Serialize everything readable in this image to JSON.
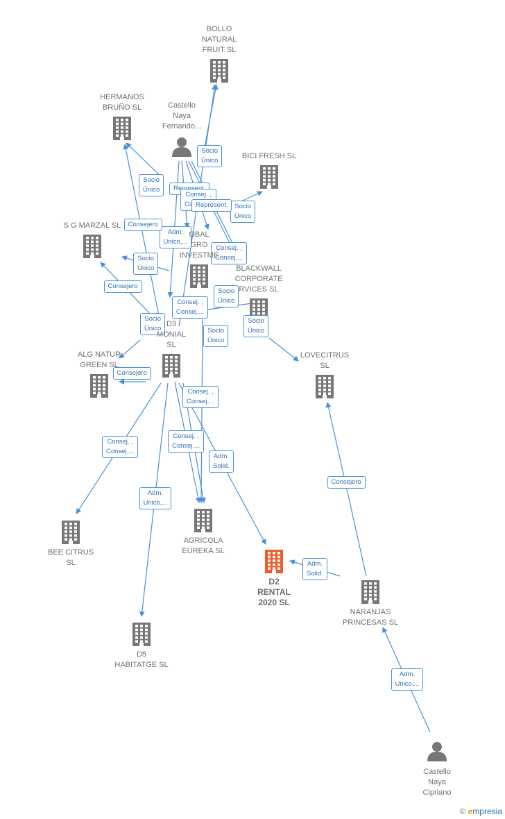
{
  "nodes": [
    {
      "id": "bollo",
      "type": "company",
      "label": "BOLLO\nNATURAL\nFRUIT  SL"
    },
    {
      "id": "hermanos",
      "type": "company",
      "label": "HERMANOS\nBRUÑO SL"
    },
    {
      "id": "castello_f",
      "type": "person",
      "label": "Castello\nNaya\nFernando..."
    },
    {
      "id": "bici",
      "type": "company",
      "label": "BICI FRESH  SL"
    },
    {
      "id": "sgmarzal",
      "type": "company",
      "label": "S G MARZAL SL"
    },
    {
      "id": "global",
      "type": "company",
      "label": "OBAL\nGRO\nINVESTME"
    },
    {
      "id": "blackwall",
      "type": "company",
      "label": "BLACKWALL\nCORPORATE\nRVICES  SL"
    },
    {
      "id": "d3",
      "type": "company",
      "label": "D3\nMONIAL\nSL"
    },
    {
      "id": "alg",
      "type": "company",
      "label": "ALG NATUR\nGREEN  SL"
    },
    {
      "id": "lovecitrus",
      "type": "company",
      "label": "LOVECITRUS\nSL"
    },
    {
      "id": "bee",
      "type": "company",
      "label": "BEE CITRUS\nSL"
    },
    {
      "id": "agricola",
      "type": "company",
      "label": "AGRICOLA\nEUREKA SL"
    },
    {
      "id": "d2",
      "type": "company",
      "highlight": true,
      "label": "D2\nRENTAL\n2020  SL"
    },
    {
      "id": "naranjas",
      "type": "company",
      "label": "NARANJAS\nPRINCESAS  SL"
    },
    {
      "id": "d5",
      "type": "company",
      "label": "D5\nHABITATGE  SL"
    },
    {
      "id": "castello_c",
      "type": "person",
      "label": "Castello\nNaya\nCipriano"
    }
  ],
  "edges": [
    {
      "from": "castello_f",
      "to": "bollo",
      "label": "Socio\nÚnico"
    },
    {
      "from": "castello_f",
      "to": "hermanos",
      "label": "Socio\nÚnico"
    },
    {
      "from": "castello_f",
      "to": "bici",
      "label": "Socio\nÚnico"
    },
    {
      "from": "castello_f",
      "to": "global",
      "label": "Represent."
    },
    {
      "from": "castello_f",
      "to": "global",
      "label": "Consej. ,\nConsej...."
    },
    {
      "from": "castello_f",
      "to": "blackwall",
      "label": "Represent."
    },
    {
      "from": "castello_f",
      "to": "blackwall",
      "label": "Consej. ,\nConsej...."
    },
    {
      "from": "castello_f",
      "to": "d3",
      "label": "Adm.\nUnico,..."
    },
    {
      "from": "d3",
      "to": "hermanos",
      "label": "Consejero"
    },
    {
      "from": "d3",
      "to": "sgmarzal",
      "label": "Socio\nÚnico"
    },
    {
      "from": "d3",
      "to": "sgmarzal",
      "label": "Consejero"
    },
    {
      "from": "d3",
      "to": "bollo",
      "label": "Consej. ,\nConsej...."
    },
    {
      "from": "d3",
      "to": "alg",
      "label": "Socio\nÚnico"
    },
    {
      "from": "d3",
      "to": "alg",
      "label": "Consejero"
    },
    {
      "from": "d3",
      "to": "lovecitrus",
      "label": "Socio\nÚnico"
    },
    {
      "from": "d3",
      "to": "blackwall",
      "label": "Socio\nÚnico"
    },
    {
      "from": "d3",
      "to": "agricola",
      "label": "Consej. ,\nConsej...."
    },
    {
      "from": "d3",
      "to": "agricola",
      "label": "Socio\nÚnico"
    },
    {
      "from": "d3",
      "to": "agricola",
      "label": "Consej. ,\nConsej...."
    },
    {
      "from": "d3",
      "to": "bee",
      "label": "Consej. ,\nConsej...."
    },
    {
      "from": "d3",
      "to": "d5",
      "label": "Adm.\nUnico,..."
    },
    {
      "from": "d3",
      "to": "d2",
      "label": "Adm.\nSolid."
    },
    {
      "from": "naranjas",
      "to": "d2",
      "label": "Adm.\nSolid."
    },
    {
      "from": "naranjas",
      "to": "lovecitrus",
      "label": "Consejero"
    },
    {
      "from": "castello_c",
      "to": "naranjas",
      "label": "Adm.\nUnico,..."
    }
  ],
  "colors": {
    "company": "#777777",
    "highlight": "#f05a28",
    "edge": "#4a90d9",
    "edge_text": "#2f6fb7"
  },
  "footer": {
    "copyright": "©",
    "brand_first": "e",
    "brand_rest": "mpresia"
  }
}
